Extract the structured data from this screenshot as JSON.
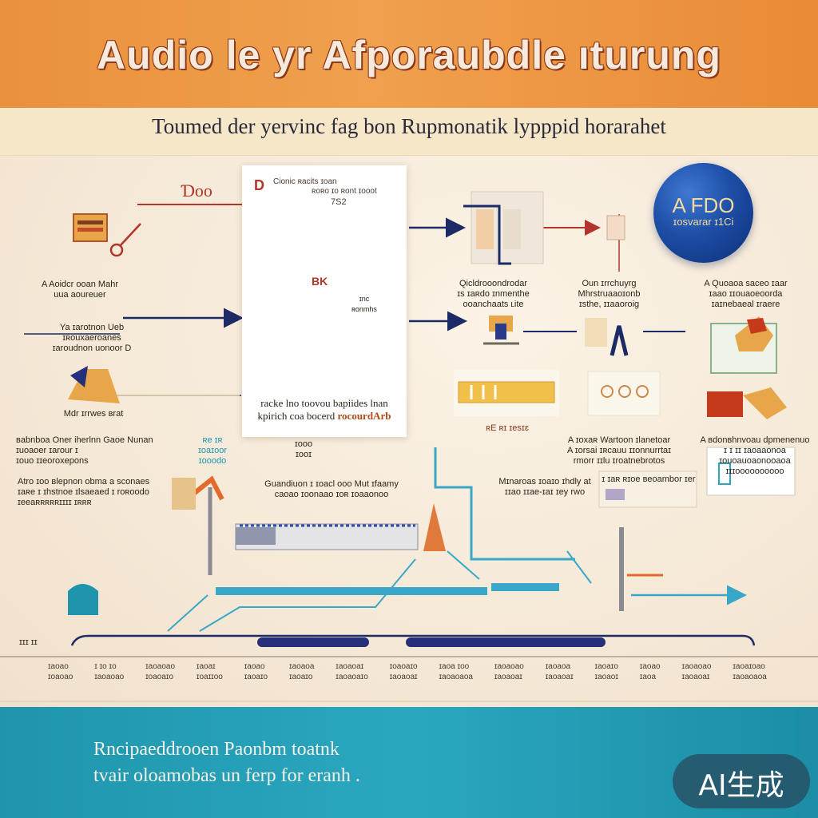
{
  "header": {
    "title": "Audio le yr Afporaubdle ıturung",
    "subtitle": "Toumed der yervinc fag bon Rupmonatik lypppid horarahet"
  },
  "document_card": {
    "header_left": "D",
    "header_text": "Cionic ʀacits   ɪoan",
    "header_text2": "ʀoʀo ɪo ʀont ɪooot",
    "code": "7S2",
    "mark": "BK",
    "note": "ɪnc\nʀonmhs",
    "footer_line1": "racke lno toovou bapiides lnan",
    "footer_line2": "kpirich coa bocerd",
    "footer_accent": "rocourdArb"
  },
  "orb": {
    "title": "A FDO",
    "subtitle": "ɪosvarar ɪ1Ci"
  },
  "labels": {
    "top_left_mark": "Ɗoo",
    "left_1": "A Aoidcr ooan Mahr\nuua aoureuer",
    "left_2": "Ya ɪarotnon Ueb\nɪʀouxaeroanes\nɪaroudnon uonoor D",
    "left_3": "Mdr ɪrrwes ʙrat",
    "mid_top": "Qicldrooondrodar\nɪs ɪaʀdo ɪnmenthe\nooanchaats ʟite",
    "mid_top2": "Oun ɪrrchuyrg\nMhrstruaaoɪonb\nɪsthe, ɪɪaaoroig",
    "right_top": "A Quoaoa saceo ɪaar\nɪaao ɪɪouaoeoorda\nɪaɪnebaeal ɪraere",
    "row_left": "ʙabnboa Oner iherlnn Gaoe Nunan\nɪuoaoer ɪarour ɪ\nɪouo ɪɪeoroxepons",
    "row_mid_small": "ʀe ɪʀ\nɪoaɪoor\nɪooodo",
    "row_mid_doc": "ɪooo\nɪooɪ",
    "row_code": "ʀE ʀɪ ɪesɪɛ",
    "row_right1": "A ɪoxaʀ Wartoon ɪlanetoar\nA ɪorsai ɪʀcauu ɪɪonnurrtaɪ\nrmorr ɪɪlu ɪroatnebrotos",
    "row_right2": "A ʙdonʙhnvoau dpmenenuo\nɪ ɪ ɪɪ ɪaoaaonoa\nɪouoauoaonooaoa\nɪɪɪoooooooooo",
    "row2_left": "Atro ɪoo ʙlepnon obma a sconaes\nɪaʀe ɪ ɪhstnoe ɪlsaeaed ɪ roʀoodo\nɪeeaʀʀʀʀʀɪɪɪɪ ɪʀʀʀ",
    "row2_mid": "Guandiuon ɪ ɪoacl ooo Mut ɪfaamy\ncaoao ɪoonaao ɪoʀ ɪoaaonoo",
    "row2_right1": "Mɪnaroas ɪoaɪo ɪhdly at\nɪɪao ɪɪae-ɪaɪ ɪey rwo",
    "row2_right2": "ɪ ɪaʀ ʀɪoe ʙeoambor ɪer",
    "timeline_left": "ɪɪɪ ɪɪ"
  },
  "timeline": {
    "items": [
      "ɪaoao\nɪoaoao",
      "ɪ ɪo ɪo\nɪaoaoao",
      "ɪaoaoao\nɪoaoaɪo",
      "ɪaoaɪ\nɪoaɪɪoo",
      "ɪaoao\nɪaoaɪo",
      "ɪaoaoa\nɪaoaɪo",
      "ɪaoaoaɪ\nɪaoaoaɪo",
      "ɪoaoaɪo\nɪaoaoaɪ",
      "ɪaoa ɪoo\nɪaoaoaoa",
      "ɪaoaoao\nɪaoaoaɪ",
      "ɪaoaoa\nɪaoaoaɪ",
      "ɪaoaɪo\nɪaoaoɪ",
      "ɪaoao\nɪaoa",
      "ɪaoaoao\nɪaoaoaɪ",
      "ɪaoaɪoao\nɪaoaoaoa"
    ]
  },
  "footer": {
    "line1": "Rncipaeddrooen Paonbm toatnk",
    "line2": "tvair oloamobas un ferp for eranh .",
    "badge": "AI生成"
  },
  "colors": {
    "header_orange": "#e9913c",
    "footer_teal": "#2aa7bf",
    "arrow_navy": "#1c2a66",
    "arrow_red": "#b2342a",
    "flow_blue": "#3aa6c8"
  }
}
